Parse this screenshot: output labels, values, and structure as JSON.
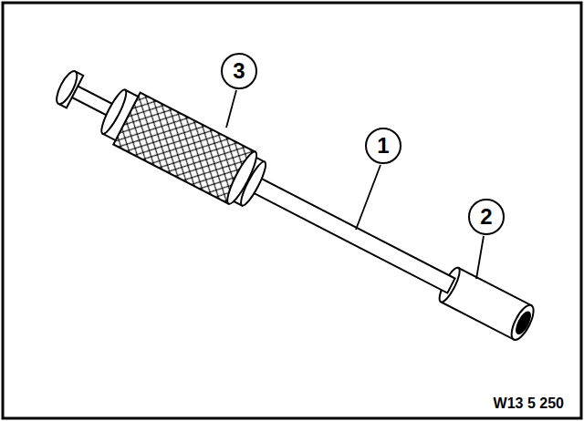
{
  "diagram": {
    "nodes": [
      {
        "text": [
          "3"
        ]
      },
      {
        "text": [
          "1"
        ]
      },
      {
        "text": [
          "2"
        ]
      }
    ],
    "labels": [
      "W13 5 250"
    ]
  }
}
